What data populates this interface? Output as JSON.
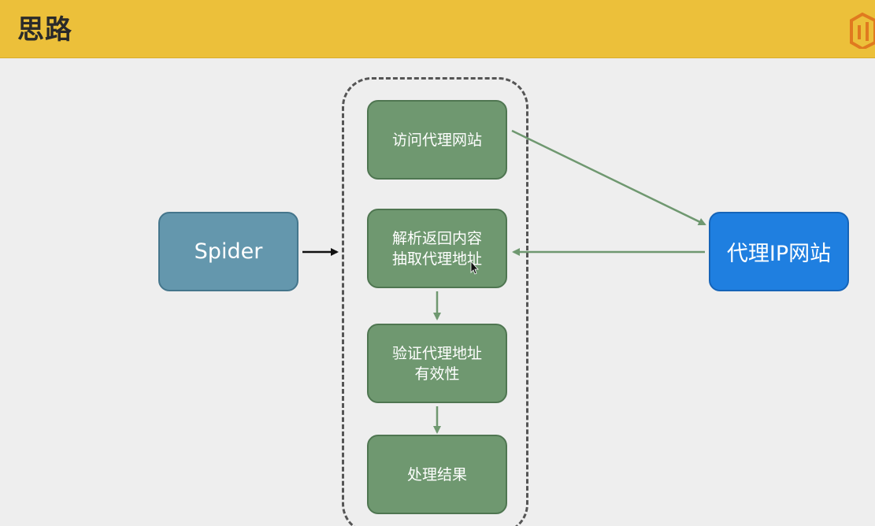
{
  "header": {
    "title": "思路"
  },
  "diagram": {
    "spider": "Spider",
    "proxy_site": "代理IP网站",
    "steps": [
      {
        "line1": "访问代理网站",
        "line2": ""
      },
      {
        "line1": "解析返回内容",
        "line2": "抽取代理地址"
      },
      {
        "line1": "验证代理地址",
        "line2": "有效性"
      },
      {
        "line1": "处理结果",
        "line2": ""
      }
    ]
  },
  "colors": {
    "header_bg": "#ecc03a",
    "step_fill": "#6f9870",
    "spider_fill": "#6497ad",
    "proxy_site_fill": "#1f7fe0",
    "arrow_green": "#6f9870",
    "arrow_black": "#111111"
  },
  "icons": {
    "logo": "brand-logo-icon",
    "cursor": "mouse-cursor-icon"
  }
}
